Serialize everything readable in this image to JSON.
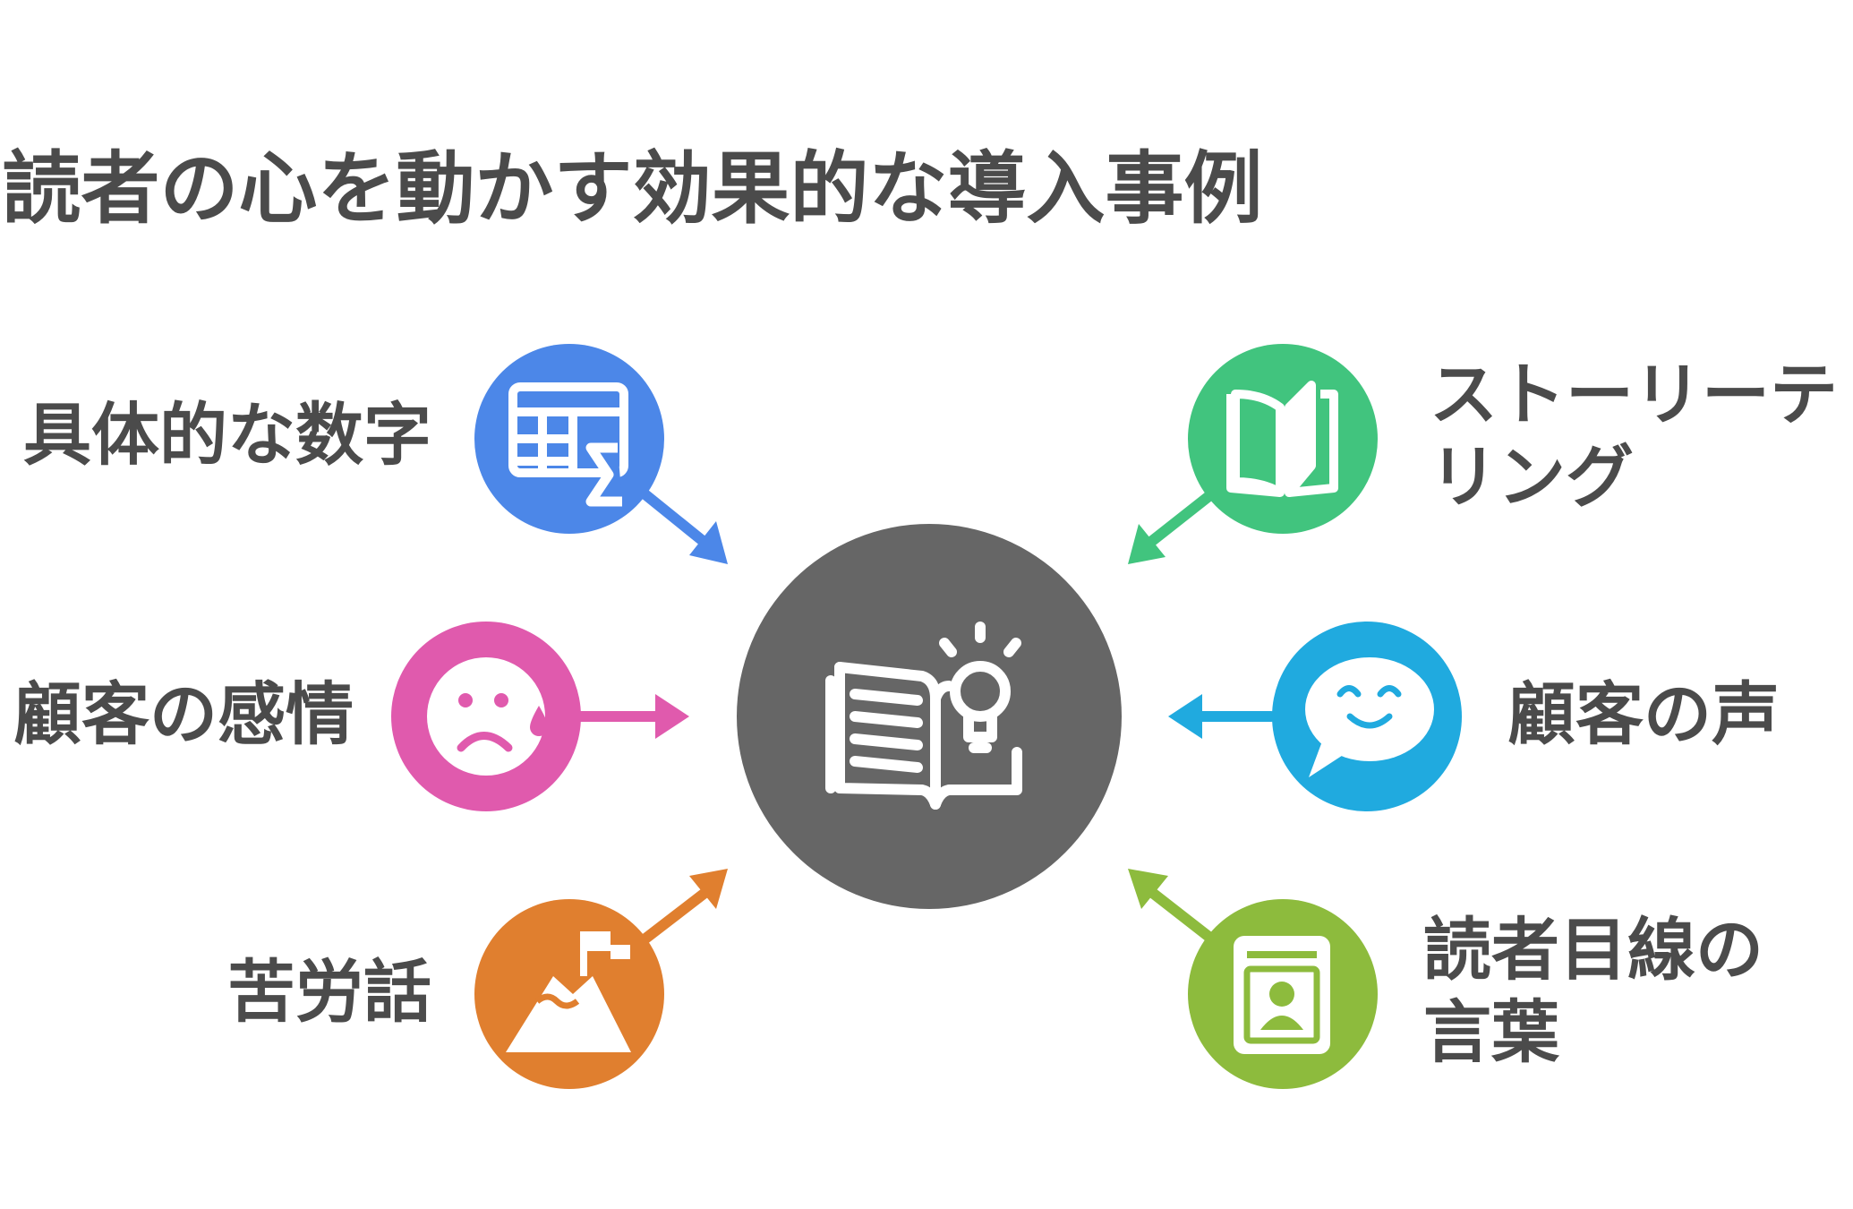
{
  "title": "読者の心を動かす効果的な導入事例",
  "center": {
    "icon": "book-lightbulb-icon",
    "color": "#666666"
  },
  "items": [
    {
      "label": "具体的な数字",
      "icon": "table-sigma-icon",
      "color": "#4c87e8"
    },
    {
      "label": "顧客の感情",
      "icon": "sad-face-icon",
      "color": "#e05aad"
    },
    {
      "label": "苦労話",
      "icon": "mountain-flag-icon",
      "color": "#e07f2f"
    },
    {
      "label_line1": "ストーリーテ",
      "label_line2": "リング",
      "icon": "open-book-icon",
      "color": "#41c47e"
    },
    {
      "label": "顧客の声",
      "icon": "smiling-speech-bubble-icon",
      "color": "#20aadf"
    },
    {
      "label_line1": "読者目線の",
      "label_line2": "言葉",
      "icon": "profile-book-icon",
      "color": "#8dbb3d"
    }
  ]
}
